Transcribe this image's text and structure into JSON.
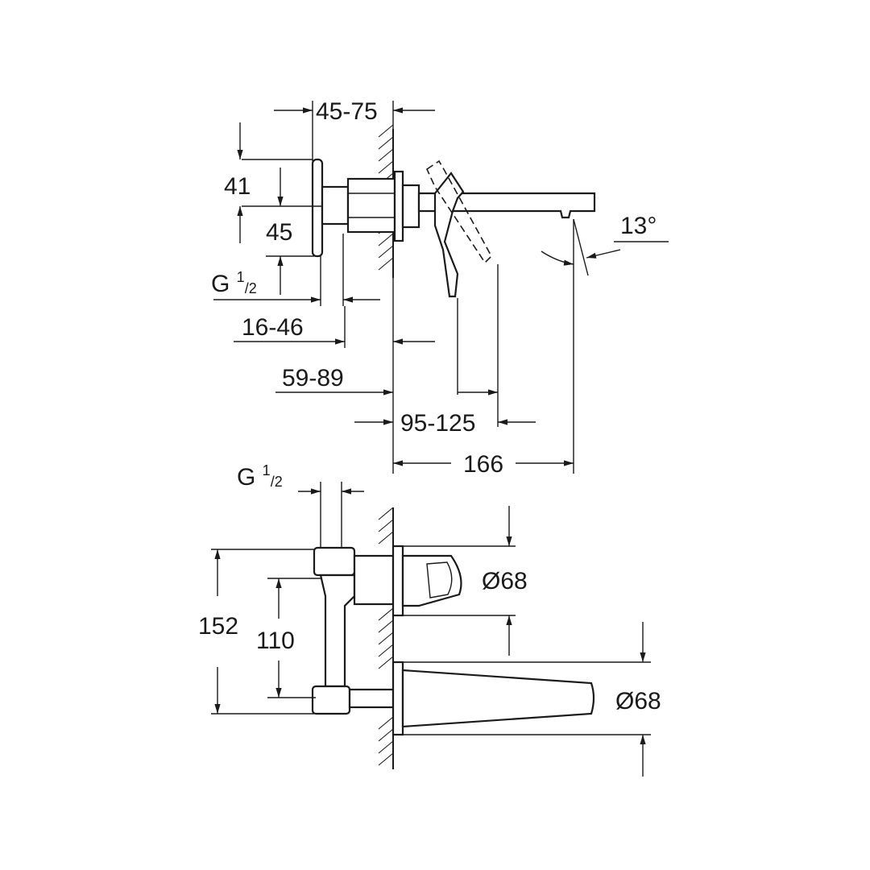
{
  "side_view": {
    "dim_45_75": "45-75",
    "dim_41": "41",
    "dim_45": "45",
    "dim_g_thread_main": "G ",
    "dim_g_thread_sup": "1",
    "dim_g_thread_sub": "/2",
    "dim_16_46": "16-46",
    "dim_59_89": "59-89",
    "dim_95_125": "95-125",
    "dim_166": "166",
    "angle_13": "13°"
  },
  "top_view": {
    "dim_g_thread_main": "G ",
    "dim_g_thread_sup": "1",
    "dim_g_thread_sub": "/2",
    "dim_152": "152",
    "dim_110": "110",
    "dia_68_upper": "Ø68",
    "dia_68_lower": "Ø68"
  }
}
